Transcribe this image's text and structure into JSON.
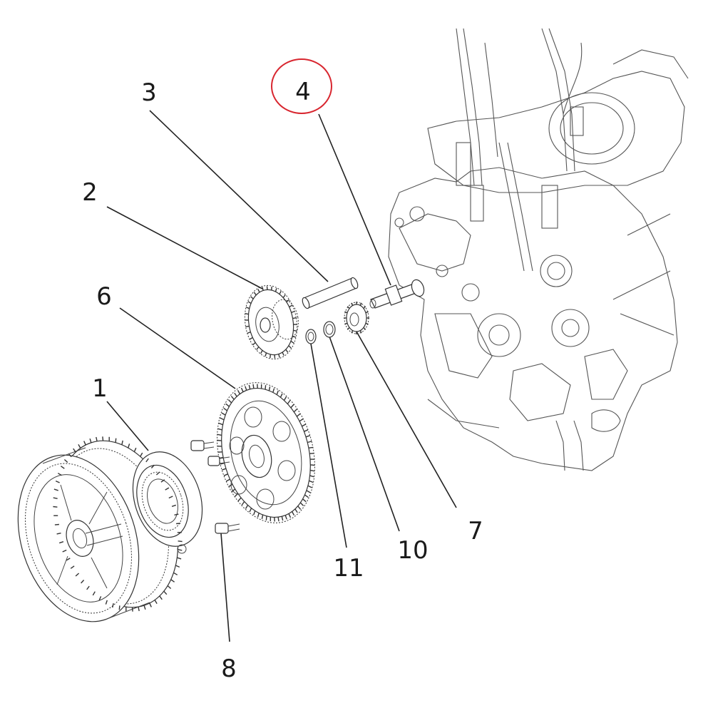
{
  "callouts": [
    {
      "id": "c1",
      "text": "1"
    },
    {
      "id": "c2",
      "text": "2"
    },
    {
      "id": "c3",
      "text": "3"
    },
    {
      "id": "c4",
      "text": "4"
    },
    {
      "id": "c6",
      "text": "6"
    },
    {
      "id": "c7",
      "text": "7"
    },
    {
      "id": "c8",
      "text": "8"
    },
    {
      "id": "c10",
      "text": "10"
    },
    {
      "id": "c11",
      "text": "11"
    }
  ],
  "highlighted_callout": "4",
  "colors": {
    "highlight": "#d8262f",
    "linework": "#222222",
    "background": "#ffffff"
  }
}
